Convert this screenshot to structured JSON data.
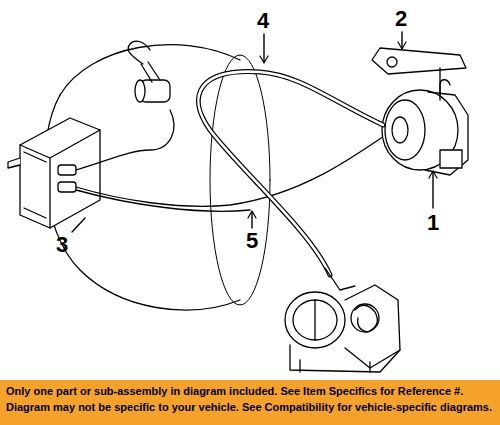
{
  "diagram": {
    "labels": [
      "4",
      "2",
      "1",
      "3",
      "5",
      "Only one part or sub-assembly in diagram included. See Item Specifics for Reference #.",
      "Diagram may not be specific to your vehicle. See Compatibility for vehicle-specific diagrams."
    ]
  }
}
